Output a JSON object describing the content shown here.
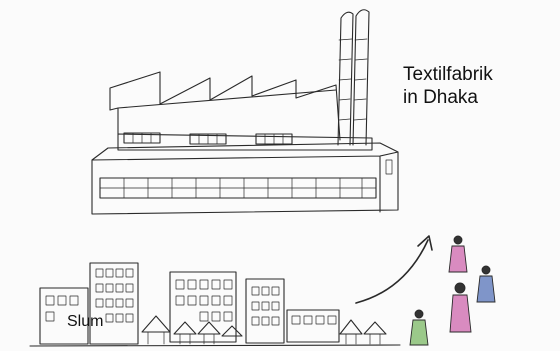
{
  "labels": {
    "factory_line1": "Textilfabrik",
    "factory_line2": "in Dhaka",
    "slum": "Slum"
  },
  "colors": {
    "ink": "#2a2a2a",
    "paper": "#fbfbfb",
    "figure_pink": "#d98bc0",
    "figure_blue": "#7f95c9",
    "figure_green": "#9bc98a",
    "figure_purple": "#a88ad0"
  }
}
